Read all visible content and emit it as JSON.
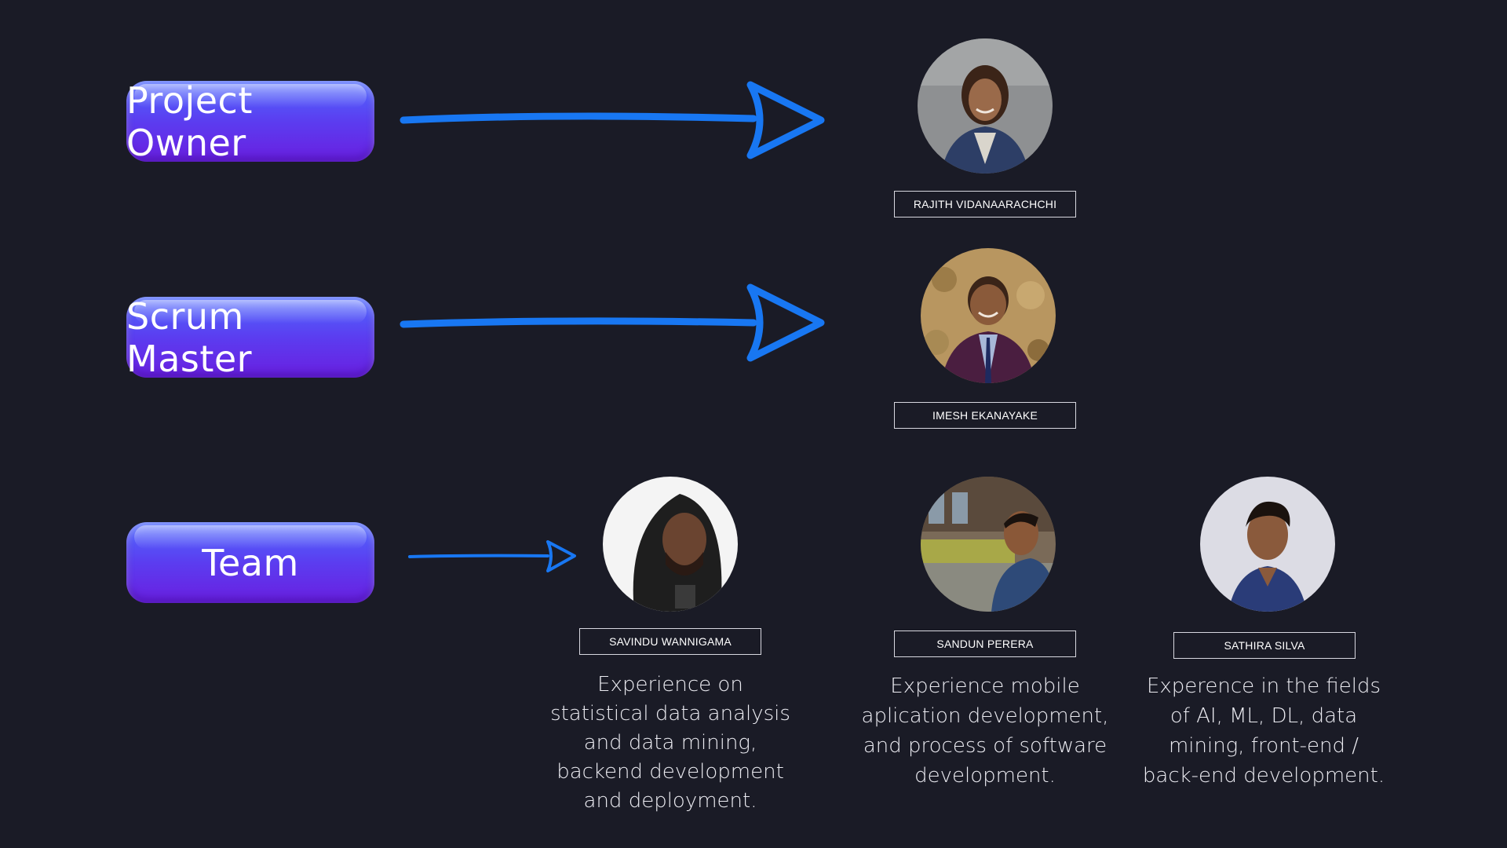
{
  "roles": {
    "project_owner": "Project Owner",
    "scrum_master": "Scrum Master",
    "team": "Team"
  },
  "people": {
    "rajith": {
      "name": "RAJITH VIDANAARACHCHI",
      "avatar_icon": "portrait-photo-icon"
    },
    "imesh": {
      "name": "IMESH EKANAYAKE",
      "avatar_icon": "portrait-photo-icon"
    },
    "savindu": {
      "name": "SAVINDU WANNIGAMA",
      "description": "Experience on statistical data analysis and data mining, backend development and deployment.",
      "avatar_icon": "portrait-photo-icon"
    },
    "sandun": {
      "name": "SANDUN PERERA",
      "description": "Experience mobile aplication development, and process of software development.",
      "avatar_icon": "portrait-photo-icon"
    },
    "sathira": {
      "name": "SATHIRA SILVA",
      "description": "Experence in the fields of AI, ML, DL, data mining, front-end / back-end development.",
      "avatar_icon": "portrait-photo-icon"
    }
  },
  "colors": {
    "background": "#1a1b26",
    "arrow": "#1877f2",
    "pill_top": "#4f6bff",
    "pill_bottom": "#6a1fe0"
  }
}
